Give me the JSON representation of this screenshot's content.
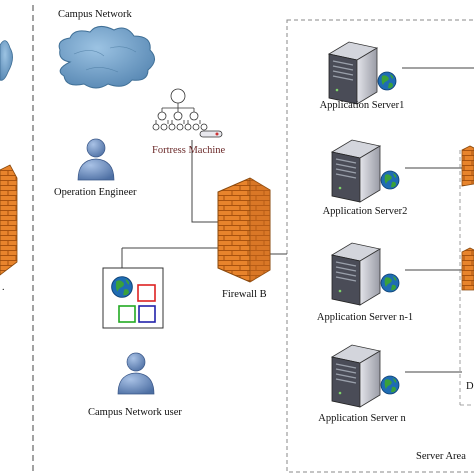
{
  "labels": {
    "campus_network": "Campus Network",
    "fortress_machine": "Fortress Machine",
    "operation_engineer": "Operation Engineer",
    "firewall_b": "Firewall B",
    "campus_network_user": "Campus Network user",
    "server_area": "Server Area",
    "servers": [
      "Application Server1",
      "Application Server2",
      "Application Server n-1",
      "Application Server n"
    ],
    "right_edge_fragment": "D"
  },
  "icons": {
    "cloud": "cloud-icon",
    "fortress": "hierarchy-tree-icon",
    "person": "person-icon",
    "firewall": "brick-firewall-icon",
    "server": "server-tower-icon",
    "globe": "globe-icon",
    "monitor": "monitor-windows-icon"
  },
  "colors": {
    "cloud_fill": "#6f9ec4",
    "cloud_stroke": "#3f6f96",
    "person_fill": "#6f8fbd",
    "brick_orange": "#e8842c",
    "server_dark": "#4a4c57",
    "server_light": "#c9cbd3",
    "globe_blue": "#1f6cb3",
    "globe_green": "#3aa13a",
    "dash_gray": "#555555"
  }
}
